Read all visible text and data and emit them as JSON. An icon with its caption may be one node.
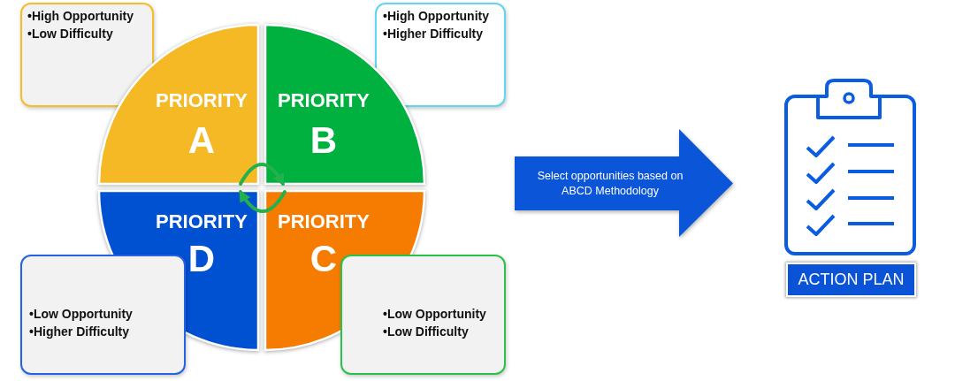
{
  "diagram": {
    "nodes": [
      {
        "text": [
          "•High Opportunity",
          "•Low Difficulty"
        ]
      },
      {
        "text": [
          "•High Opportunity",
          "•Higher Difficulty"
        ]
      },
      {
        "text": [
          "PRIORITY",
          "A"
        ]
      },
      {
        "text": [
          "PRIORITY",
          "B"
        ]
      },
      {
        "text": [
          "PRIORITY",
          "D"
        ]
      },
      {
        "text": [
          "PRIORITY",
          "C"
        ]
      },
      {
        "text": [
          "•Low Opportunity",
          "•Higher Difficulty"
        ]
      },
      {
        "text": [
          "•Low Opportunity",
          "•Low Difficulty"
        ]
      },
      {
        "text": [
          "Select opportunities based on ABCD Methodology"
        ]
      },
      {
        "text": [],
        "shape": "picture"
      },
      {
        "text": [
          "ACTION PLAN"
        ]
      }
    ],
    "edges": [
      {
        "from": 2,
        "to": 3,
        "arrow": "to"
      },
      {
        "from": 5,
        "to": 4,
        "arrow": "to"
      }
    ]
  }
}
